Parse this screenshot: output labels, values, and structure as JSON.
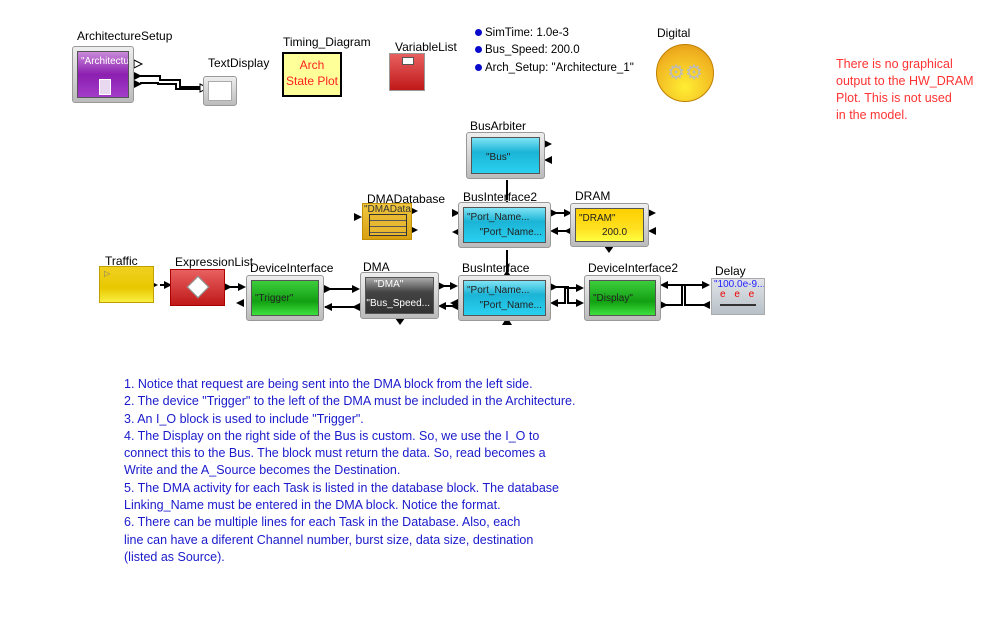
{
  "blocks": {
    "architecture_setup": {
      "label": "ArchitectureSetup",
      "text": "\"Architectu..."
    },
    "text_display": {
      "label": "TextDisplay"
    },
    "timing_diagram": {
      "label": "Timing_Diagram",
      "line1": "Arch",
      "line2": "State Plot"
    },
    "variable_list": {
      "label": "VariableList"
    },
    "digital": {
      "label": "Digital"
    },
    "bus_arbiter": {
      "label": "BusArbiter",
      "text": "\"Bus\""
    },
    "dma_database": {
      "label": "DMADatabase",
      "text": "\"DMADataba..."
    },
    "bus_interface2": {
      "label": "BusInterface2",
      "text1": "\"Port_Name...",
      "text2": "\"Port_Name..."
    },
    "dram": {
      "label": "DRAM",
      "text1": "\"DRAM\"",
      "text2": "200.0"
    },
    "traffic": {
      "label": "Traffic"
    },
    "expression_list": {
      "label": "ExpressionList"
    },
    "device_interface": {
      "label": "DeviceInterface",
      "text": "\"Trigger\""
    },
    "dma": {
      "label": "DMA",
      "text1": "\"DMA\"",
      "text2": "\"Bus_Speed..."
    },
    "bus_interface": {
      "label": "BusInterface",
      "text1": "\"Port_Name...",
      "text2": "\"Port_Name..."
    },
    "device_interface2": {
      "label": "DeviceInterface2",
      "text": "\"Display\""
    },
    "delay": {
      "label": "Delay",
      "text": "\"100.0e-9...",
      "marks": "e e e"
    }
  },
  "variables": [
    "SimTime: 1.0e-3",
    "Bus_Speed: 200.0",
    "Arch_Setup: \"Architecture_1\""
  ],
  "red_note": [
    "There is no graphical",
    "output to the HW_DRAM",
    "Plot.  This is not used",
    "in the model."
  ],
  "notes": [
    "1. Notice that request are being sent into the DMA block from the left side.",
    "2. The device \"Trigger\" to the left of the DMA must be included in the Architecture.",
    "3. An I_O block is used to include \"Trigger\".",
    "4. The Display on the right side of the Bus is custom.  So, we use the I_O to",
    "connect this to the Bus.  The block must return the data.  So, read becomes a",
    "Write and the A_Source becomes the Destination.",
    "5. The DMA activity for each Task is listed in the database block. The database",
    "Linking_Name must be entered in the DMA block.  Notice the format.",
    "6. There can be multiple lines for each Task in the Database.  Also, each",
    "line can have a diferent Channel number, burst size, data size, destination",
    "(listed as Source)."
  ],
  "colors": {
    "note_red": "#ff3333",
    "note_blue": "#1a1acc",
    "bus_cyan": "#1bb4d6",
    "device_green": "#12a012"
  }
}
